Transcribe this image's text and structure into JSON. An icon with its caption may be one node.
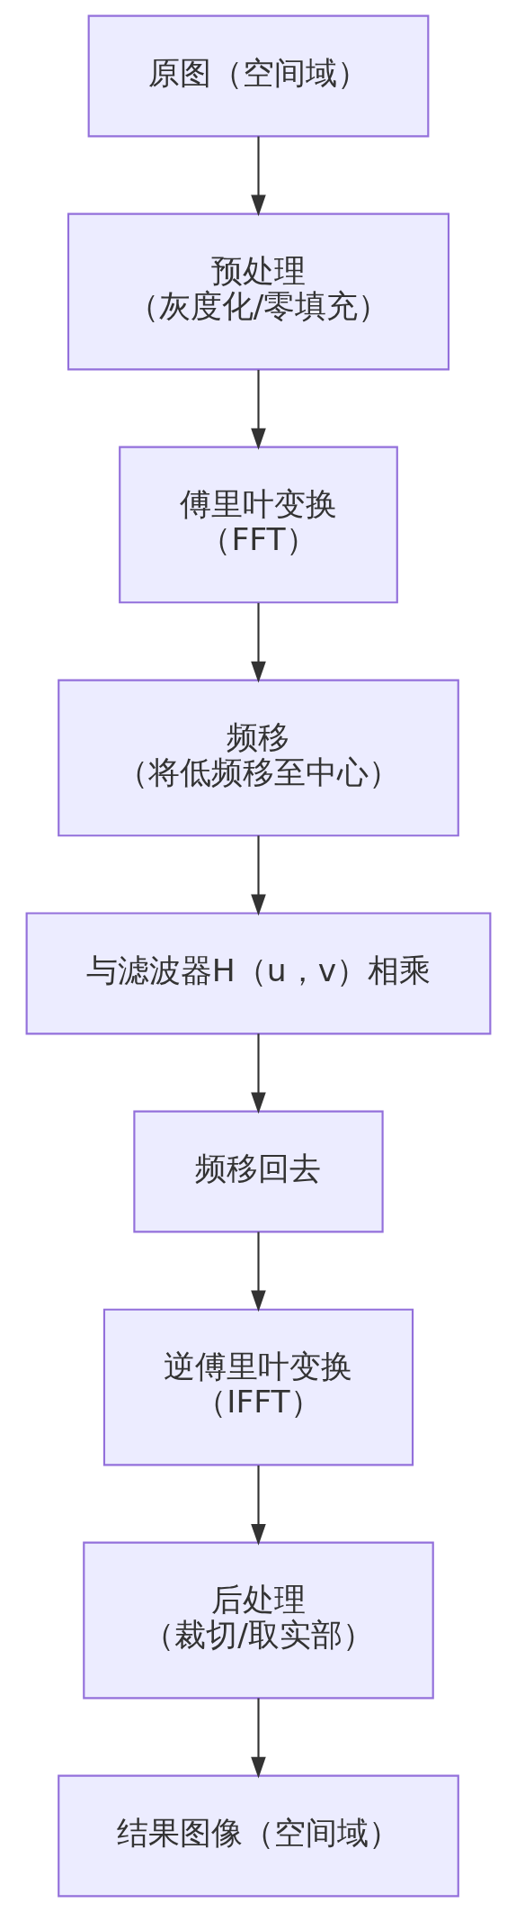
{
  "diagram": {
    "nodes": [
      {
        "text": [
          "原图（空间域）"
        ]
      },
      {
        "text": [
          "预处理",
          "（灰度化/零填充）"
        ]
      },
      {
        "text": [
          "傅里叶变换",
          "（FFT）"
        ]
      },
      {
        "text": [
          "频移",
          "（将低频移至中心）"
        ]
      },
      {
        "text": [
          "与滤波器H（u，v）相乘"
        ]
      },
      {
        "text": [
          "频移回去"
        ]
      },
      {
        "text": [
          "逆傅里叶变换",
          "（IFFT）"
        ]
      },
      {
        "text": [
          "后处理",
          "（裁切/取实部）"
        ]
      },
      {
        "text": [
          "结果图像（空间域）"
        ]
      }
    ],
    "edges": [
      {
        "from": 0,
        "to": 1,
        "arrow": "to"
      },
      {
        "from": 1,
        "to": 2,
        "arrow": "to"
      },
      {
        "from": 2,
        "to": 3,
        "arrow": "to"
      },
      {
        "from": 3,
        "to": 4,
        "arrow": "to"
      },
      {
        "from": 4,
        "to": 5,
        "arrow": "to"
      },
      {
        "from": 5,
        "to": 6,
        "arrow": "to"
      },
      {
        "from": 6,
        "to": 7,
        "arrow": "to"
      },
      {
        "from": 7,
        "to": 8,
        "arrow": "to"
      }
    ]
  }
}
